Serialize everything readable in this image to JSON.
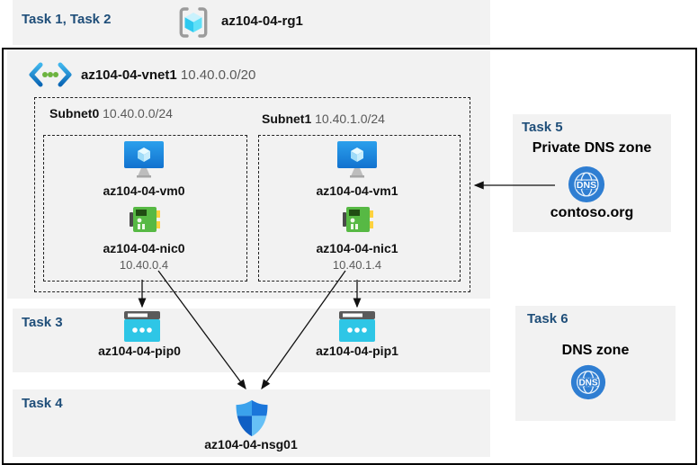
{
  "header": {
    "tasks_label": "Task 1, Task 2",
    "resource_group": "az104-04-rg1"
  },
  "vnet": {
    "name": "az104-04-vnet1",
    "cidr": "10.40.0.0/20"
  },
  "subnets": [
    {
      "name": "Subnet0",
      "cidr": "10.40.0.0/24",
      "vm": "az104-04-vm0",
      "nic": "az104-04-nic0",
      "ip": "10.40.0.4"
    },
    {
      "name": "Subnet1",
      "cidr": "10.40.1.0/24",
      "vm": "az104-04-vm1",
      "nic": "az104-04-nic1",
      "ip": "10.40.1.4"
    }
  ],
  "task3": {
    "label": "Task 3",
    "pip0": "az104-04-pip0",
    "pip1": "az104-04-pip1"
  },
  "task4": {
    "label": "Task 4",
    "nsg": "az104-04-nsg01"
  },
  "task5": {
    "label": "Task 5",
    "title": "Private DNS zone",
    "zone": "contoso.org",
    "icon_text": "DNS"
  },
  "task6": {
    "label": "Task 6",
    "title": "DNS zone",
    "icon_text": "DNS"
  },
  "colors": {
    "task_accent": "#1f4e79",
    "panel_gray": "#f2f2f2",
    "muted_text": "#595959",
    "arrow": "#111111",
    "vm_blue": "#1b87d9",
    "nic_green": "#57b944",
    "pip_cyan": "#2ec6e6",
    "dns_blue": "#2f7ed2"
  }
}
